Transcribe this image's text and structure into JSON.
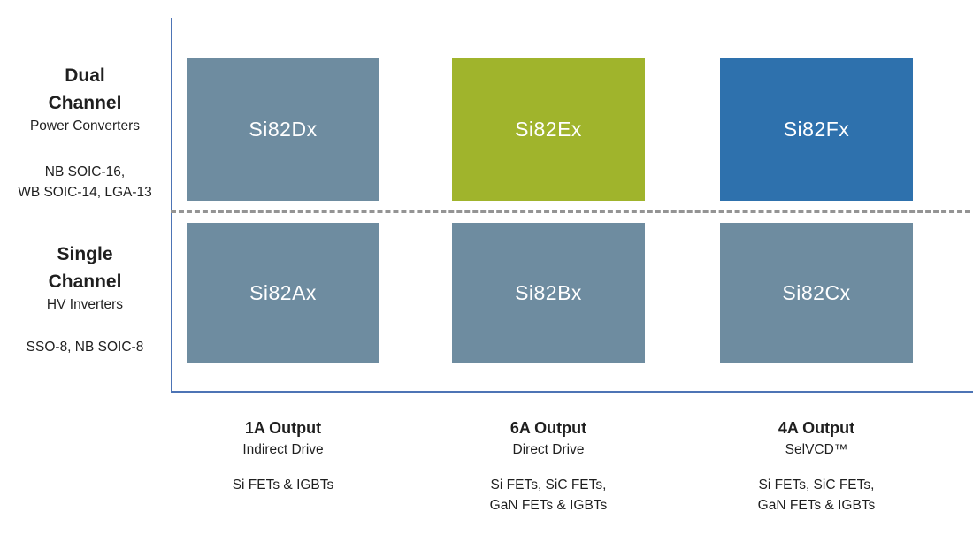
{
  "colors": {
    "slate_box": "#6E8CA0",
    "green_box": "#A0B42C",
    "blue_box": "#2E71AD",
    "axis": "#4D74B5",
    "divider": "#949494",
    "text": "#1F1F1F",
    "box_label": "#FFFFFF"
  },
  "rows": [
    {
      "title_line1": "Dual",
      "title_line2": "Channel",
      "subtitle": "Power Converters",
      "package_line1": "NB SOIC-16,",
      "package_line2": "WB SOIC-14, LGA-13"
    },
    {
      "title_line1": "Single",
      "title_line2": "Channel",
      "subtitle": "HV Inverters",
      "package_line1": "SSO-8, NB SOIC-8",
      "package_line2": ""
    }
  ],
  "columns": [
    {
      "title": "1A Output",
      "subtitle": "Indirect Drive",
      "devices_line1": "Si FETs & IGBTs",
      "devices_line2": ""
    },
    {
      "title": "6A Output",
      "subtitle": "Direct Drive",
      "devices_line1": "Si FETs, SiC FETs,",
      "devices_line2": "GaN FETs & IGBTs"
    },
    {
      "title": "4A Output",
      "subtitle": "SelVCD™",
      "devices_line1": "Si FETs, SiC FETs,",
      "devices_line2": "GaN FETs & IGBTs"
    }
  ],
  "matrix": {
    "boxes": [
      {
        "label": "Si82Dx",
        "color": "#6E8CA0",
        "row": "Dual Channel",
        "column": "1A Output"
      },
      {
        "label": "Si82Ex",
        "color": "#A0B42C",
        "row": "Dual Channel",
        "column": "6A Output"
      },
      {
        "label": "Si82Fx",
        "color": "#2E71AD",
        "row": "Dual Channel",
        "column": "4A Output"
      },
      {
        "label": "Si82Ax",
        "color": "#6E8CA0",
        "row": "Single Channel",
        "column": "1A Output"
      },
      {
        "label": "Si82Bx",
        "color": "#6E8CA0",
        "row": "Single Channel",
        "column": "6A Output"
      },
      {
        "label": "Si82Cx",
        "color": "#6E8CA0",
        "row": "Single Channel",
        "column": "4A Output"
      }
    ]
  }
}
